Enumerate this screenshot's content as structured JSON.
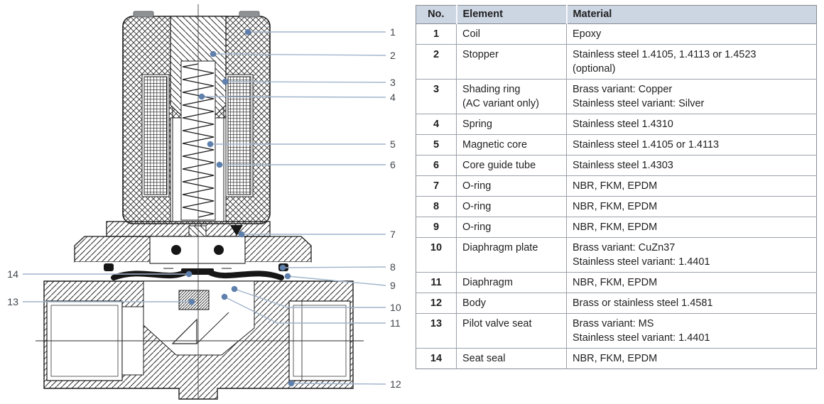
{
  "diagram": {
    "description": "Cross-section drawing of a pilot-operated solenoid diaphragm valve with numbered part callouts",
    "callouts": [
      {
        "no": "1"
      },
      {
        "no": "2"
      },
      {
        "no": "3"
      },
      {
        "no": "4"
      },
      {
        "no": "5"
      },
      {
        "no": "6"
      },
      {
        "no": "7"
      },
      {
        "no": "8"
      },
      {
        "no": "9"
      },
      {
        "no": "10"
      },
      {
        "no": "11"
      },
      {
        "no": "12"
      },
      {
        "no": "13"
      },
      {
        "no": "14"
      }
    ]
  },
  "table": {
    "columns": [
      "No.",
      "Element",
      "Material"
    ],
    "rows": [
      {
        "no": "1",
        "element": "Coil",
        "material": "Epoxy"
      },
      {
        "no": "2",
        "element": "Stopper",
        "material": "Stainless steel 1.4105, 1.4113 or 1.4523\n(optional)"
      },
      {
        "no": "3",
        "element": "Shading ring\n(AC variant only)",
        "material": "Brass variant: Copper\nStainless steel variant: Silver"
      },
      {
        "no": "4",
        "element": "Spring",
        "material": "Stainless steel 1.4310"
      },
      {
        "no": "5",
        "element": "Magnetic core",
        "material": "Stainless steel 1.4105 or 1.4113"
      },
      {
        "no": "6",
        "element": "Core guide tube",
        "material": "Stainless steel 1.4303"
      },
      {
        "no": "7",
        "element": "O-ring",
        "material": "NBR, FKM, EPDM"
      },
      {
        "no": "8",
        "element": "O-ring",
        "material": "NBR, FKM, EPDM"
      },
      {
        "no": "9",
        "element": "O-ring",
        "material": "NBR, FKM, EPDM"
      },
      {
        "no": "10",
        "element": "Diaphragm plate",
        "material": "Brass variant: CuZn37\nStainless steel variant: 1.4401"
      },
      {
        "no": "11",
        "element": "Diaphragm",
        "material": "NBR, FKM, EPDM"
      },
      {
        "no": "12",
        "element": "Body",
        "material": "Brass or stainless steel 1.4581"
      },
      {
        "no": "13",
        "element": "Pilot valve seat",
        "material": "Brass variant: MS\nStainless steel variant: 1.4401"
      },
      {
        "no": "14",
        "element": "Seat seal",
        "material": "NBR, FKM, EPDM"
      }
    ]
  },
  "colors": {
    "header_bg": "#ccd5e2",
    "table_border": "#868d95",
    "cell_border": "#9aa1a8",
    "leader_line": "#a0b4cc",
    "leader_dot": "#5f80ac",
    "callout_text": "#41454c",
    "drawing_ink": "#1c1c1c"
  }
}
